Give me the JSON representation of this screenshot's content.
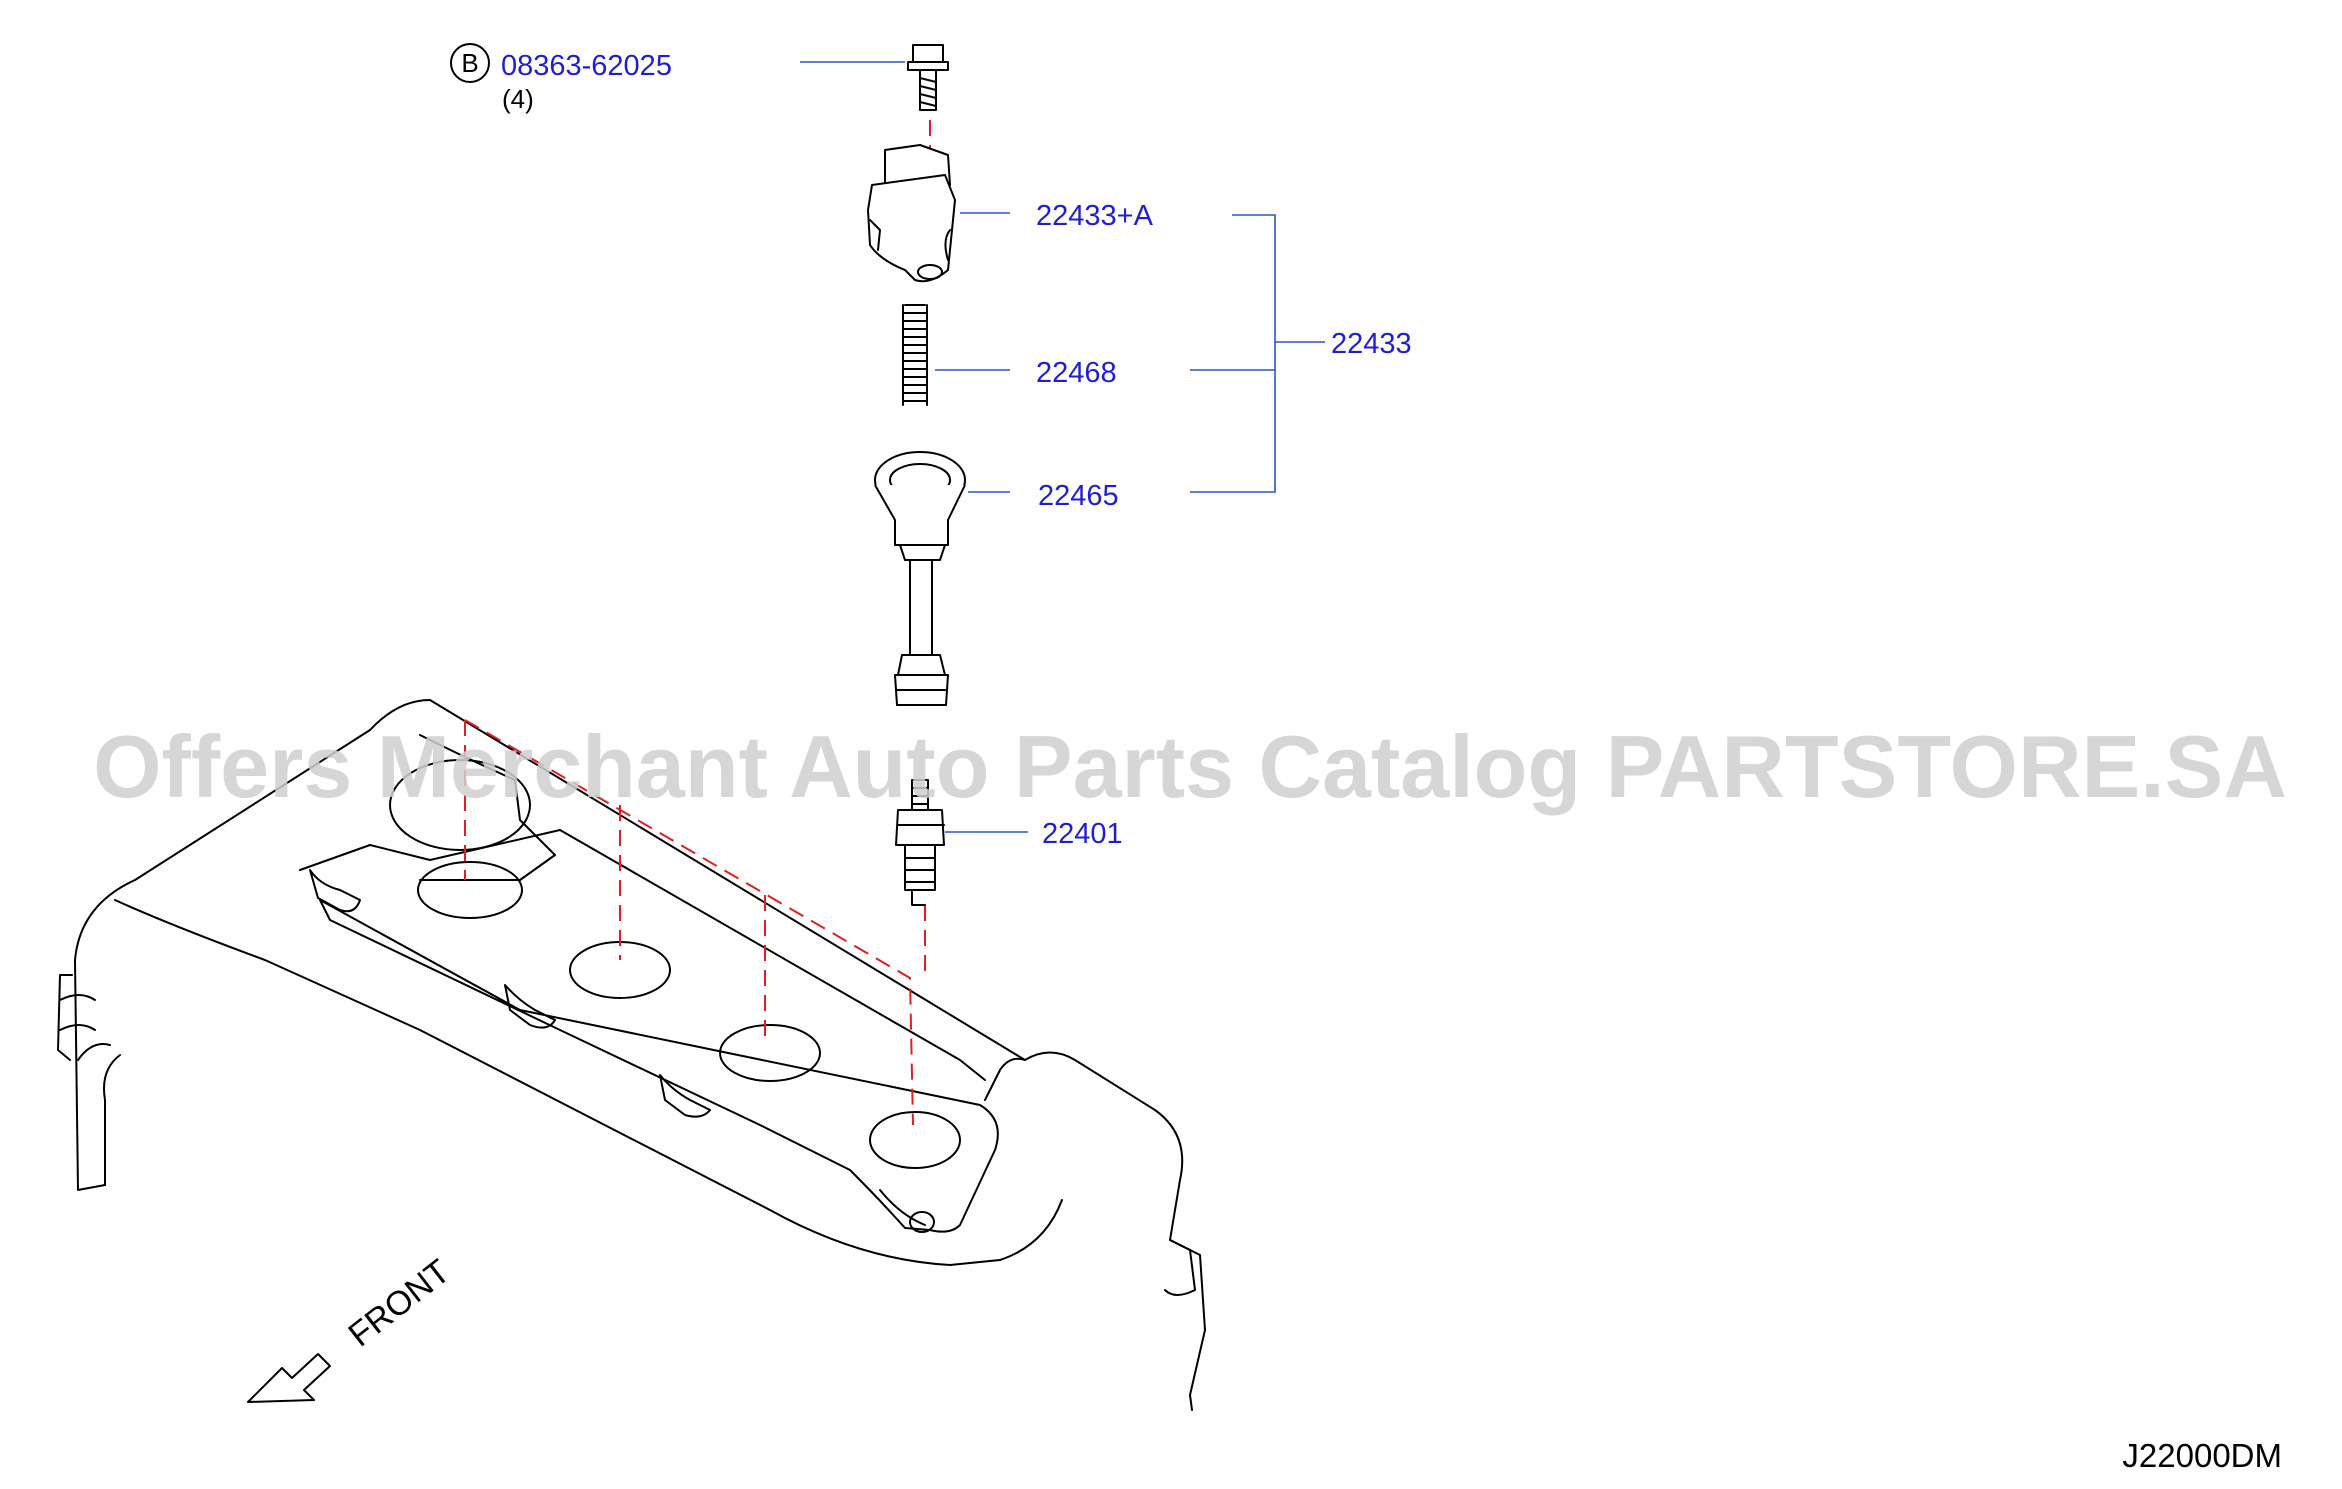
{
  "diagram": {
    "callouts": [
      {
        "id": "bolt",
        "part_no": "08363-62025",
        "qty": "(4)",
        "symbol": "B"
      },
      {
        "id": "coil_assy_a",
        "part_no": "22433+A"
      },
      {
        "id": "spring",
        "part_no": "22468"
      },
      {
        "id": "boot",
        "part_no": "22465"
      },
      {
        "id": "coil_group",
        "part_no": "22433"
      },
      {
        "id": "spark_plug",
        "part_no": "22401"
      }
    ],
    "direction_label": "FRONT",
    "reference_code": "J22000DM",
    "watermark": "Offers Merchant Auto Parts Catalog PARTSTORE.SA",
    "colors": {
      "callout_text": "#1f1fd1",
      "leader_line": "#2a56c6",
      "phantom_line": "#e02020",
      "watermark": "#d0d0d0"
    }
  }
}
